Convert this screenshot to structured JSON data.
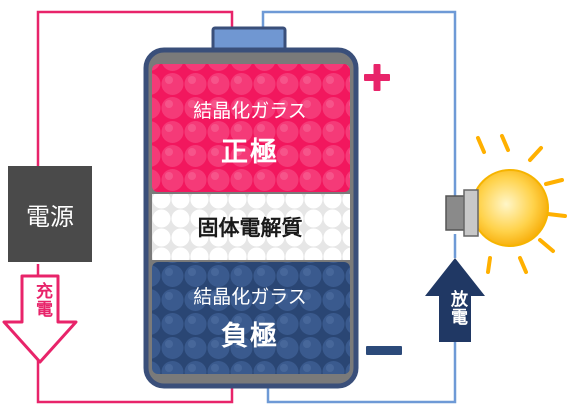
{
  "cathode": {
    "material": "結晶化ガラス",
    "name": "正極"
  },
  "electrolyte": {
    "name": "固体電解質"
  },
  "anode": {
    "material": "結晶化ガラス",
    "name": "負極"
  },
  "power_source": {
    "label": "電源"
  },
  "charge_arrow": {
    "label": "充電"
  },
  "discharge_arrow": {
    "label": "放電"
  },
  "terminals": {
    "positive": "+",
    "negative": "−"
  },
  "colors": {
    "cathode": "#f2175e",
    "electrolyte": "#ffffff",
    "anode": "#2c4a7a",
    "battery_casing": "#3a4f7a",
    "positive_wire": "#e8246a",
    "negative_wire": "#6e9ad6",
    "power_box": "#4a4a4a",
    "discharge_arrow": "#203864",
    "bulb": "#ffc63a"
  }
}
